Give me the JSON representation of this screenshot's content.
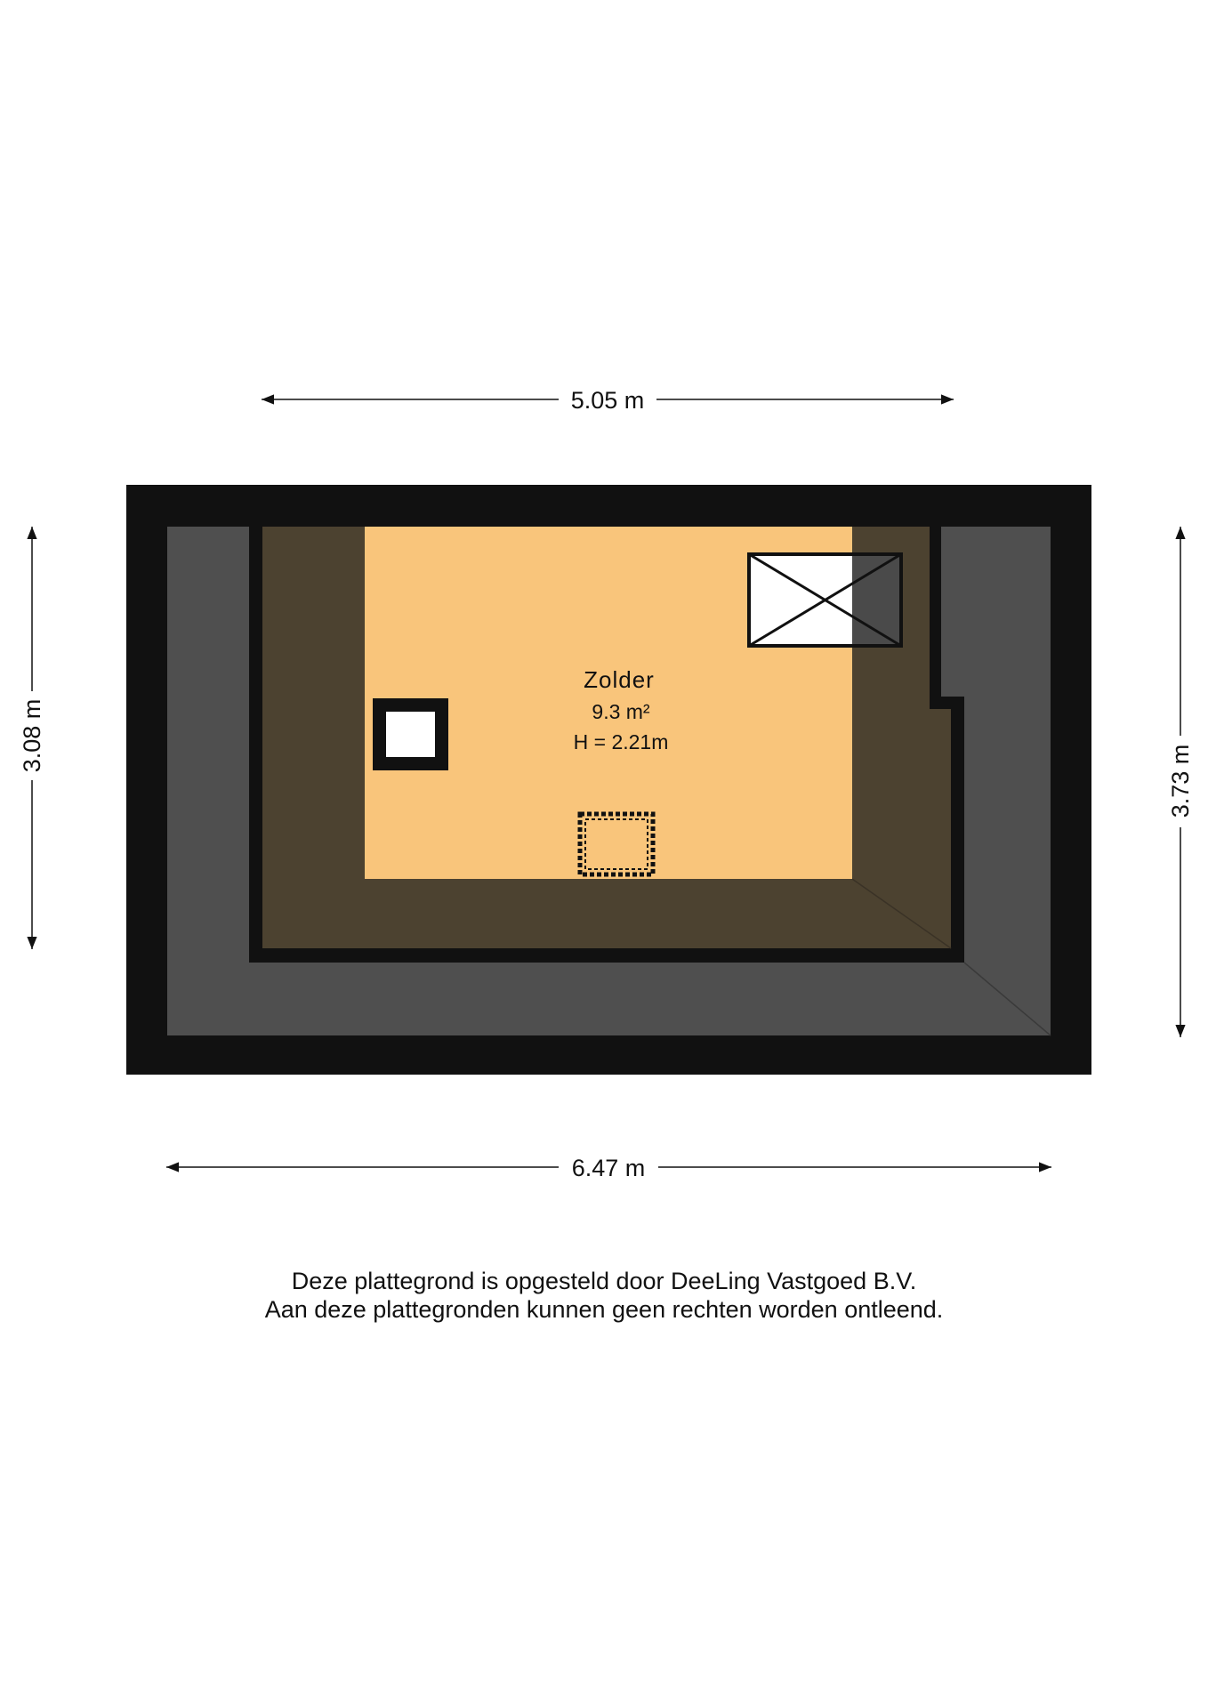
{
  "plan": {
    "room": {
      "name": "Zolder",
      "area": "9.3 m²",
      "height": "H = 2.21m"
    },
    "dimensions": {
      "top": "5.05 m",
      "bottom": "6.47 m",
      "left": "3.08 m",
      "right": "3.73 m"
    }
  },
  "footer": {
    "line1": "Deze plattegrond is opgesteld door DeeLing Vastgoed B.V.",
    "line2": "Aan deze plattegronden kunnen geen rechten worden ontleend."
  },
  "colors": {
    "wall": "#111111",
    "roof_slope": "#4f4f4f",
    "low_zone": "#4c4230",
    "floor": "#f9c57b",
    "accent_white": "#ffffff"
  }
}
